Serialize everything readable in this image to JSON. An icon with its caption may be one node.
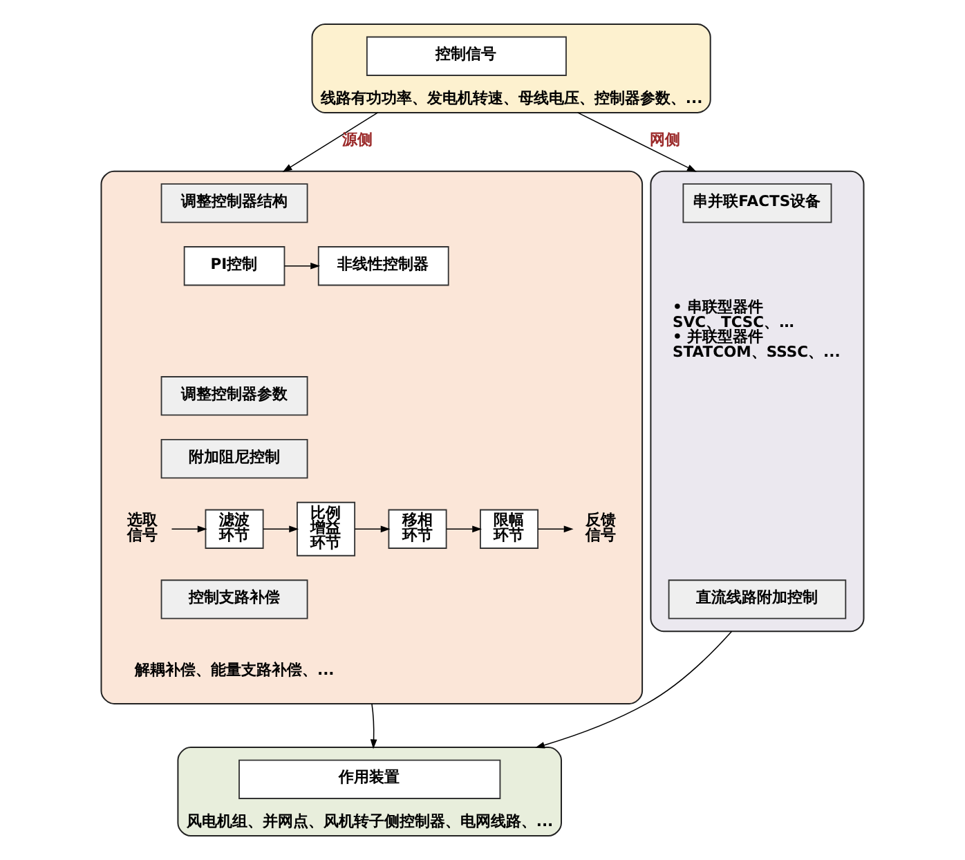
{
  "diagram": {
    "nodes": [
      {
        "text": [
          "线路有功功率、发电机转速、母线电压、控制器参数、..."
        ]
      },
      {
        "text": [
          "控制信号"
        ],
        "in": 0
      },
      {
        "text": [],
        "shape": "box"
      },
      {
        "text": [
          "调整控制器结构"
        ],
        "in": 2
      },
      {
        "text": [
          "PI控制"
        ],
        "in": 2
      },
      {
        "text": [
          "非线性控制器"
        ],
        "in": 2
      },
      {
        "text": [
          "调整控制器参数"
        ],
        "in": 2
      },
      {
        "text": [
          "附加阻尼控制"
        ],
        "in": 2
      },
      {
        "text": [
          "选取信号"
        ],
        "in": 2
      },
      {
        "text": [
          "滤波环节"
        ],
        "in": 2
      },
      {
        "text": [
          "比例增益环节"
        ],
        "in": 2
      },
      {
        "text": [
          "移相环节"
        ],
        "in": 2
      },
      {
        "text": [
          "限幅环节"
        ],
        "in": 2
      },
      {
        "text": [
          "反馈信号"
        ],
        "in": 2
      },
      {
        "text": [
          "控制支路补偿"
        ],
        "in": 2,
        "beside": [
          "解耦补偿、能量支路补偿、..."
        ]
      },
      {
        "text": [],
        "shape": "box"
      },
      {
        "text": [
          "串并联FACTS设备"
        ],
        "in": 15,
        "beside": [
          "• 串联型器件",
          "SVC、TCSC、…",
          "• 并联型器件",
          "STATCOM、SSSC、..."
        ]
      },
      {
        "text": [
          "直流线路附加控制"
        ],
        "in": 15
      },
      {
        "text": [
          "风电机组、并网点、风机转子侧控制器、电网线路、..."
        ]
      },
      {
        "text": [
          "作用装置"
        ],
        "in": 18
      }
    ],
    "edges": [
      {
        "from": 0,
        "to": 2,
        "arrow": "to",
        "label": "源侧"
      },
      {
        "from": 0,
        "to": 15,
        "arrow": "to",
        "label": "网侧"
      },
      {
        "from": 4,
        "to": 5,
        "arrow": "to"
      },
      {
        "from": 8,
        "to": 9,
        "arrow": "to"
      },
      {
        "from": 9,
        "to": 10,
        "arrow": "to"
      },
      {
        "from": 10,
        "to": 11,
        "arrow": "to"
      },
      {
        "from": 11,
        "to": 12,
        "arrow": "to"
      },
      {
        "from": 12,
        "to": 13,
        "arrow": "to"
      },
      {
        "from": 2,
        "to": 18,
        "arrow": "to"
      },
      {
        "from": 15,
        "to": 18,
        "arrow": "to"
      }
    ]
  }
}
